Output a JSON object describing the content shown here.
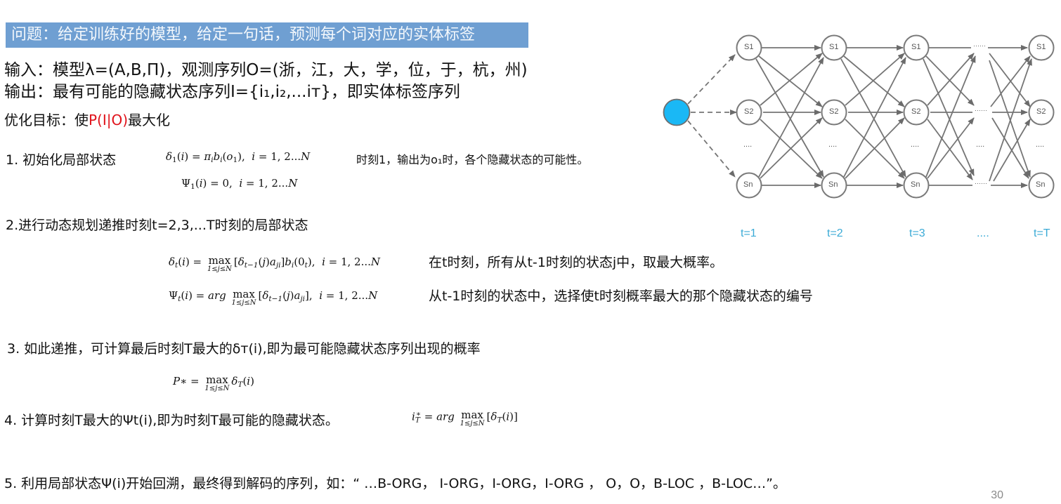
{
  "slide": {
    "title": "问题：给定训练好的模型，给定一句话，预测每个词对应的实体标签",
    "input_line": "输入：模型λ=(A,B,Π)，观测序列O=(浙，江，大，学，位，于，杭，州)",
    "output_line": "输出：最有可能的隐藏状态序列I={i₁,i₂,...iт}，即实体标签序列",
    "objective_prefix": "优化目标：使",
    "objective_highlight": "P(I|O)",
    "objective_suffix": "最大化",
    "page_number": "30",
    "colors": {
      "title_bg": "#6f9fd2",
      "highlight": "#e0121a",
      "diagram_start_node": "#1ab8f5",
      "time_label": "#3aaad6"
    }
  },
  "steps": [
    {
      "label": "1. 初始化局部状态",
      "formulas": [
        "δ₁(i) = πᵢbᵢ(o₁), i = 1, 2...N",
        "Ψ₁(i) = 0, i = 1, 2...N"
      ],
      "note": "时刻1，输出为o₁时，各个隐藏状态的可能性。"
    },
    {
      "label": "2.进行动态规划递推时刻t=2,3,...T时刻的局部状态",
      "formulas": [
        "δₜ(i) = max_{1≤j≤N} [δₜ₋₁(j)aⱼᵢ]bᵢ(0ₜ), i = 1, 2...N",
        "Ψₜ(i) = arg max_{1≤j≤N} [δₜ₋₁(j)aⱼᵢ], i = 1, 2...N"
      ],
      "notes": [
        "在t时刻，所有从t-1时刻的状态j中，取最大概率。",
        "从t-1时刻的状态中，选择使t时刻概率最大的那个隐藏状态的编号"
      ]
    },
    {
      "label": "3. 如此递推，可计算最后时刻T最大的δт(i),即为最可能隐藏状态序列出现的概率",
      "formulas": [
        "P* = max_{1≤j≤N} δ_T(i)"
      ]
    },
    {
      "label": "4. 计算时刻T最大的Ψt(i),即为时刻T最可能的隐藏状态。",
      "formulas": [
        "i*_T = arg max_{1≤j≤N} [δ_T(i)]"
      ]
    },
    {
      "label": "5. 利用局部状态Ψ(i)开始回溯，最终得到解码的序列，如：“ …B-ORG， I-ORG，I-ORG，I-ORG ， O，O，B-LOC ，B-LOC…”。"
    }
  ],
  "math": {
    "max": "max",
    "lim": "1≤j≤N",
    "arg": "arg",
    "range": ", i = 1, 2...N"
  },
  "diagram": {
    "node_labels": [
      "S1",
      "S2",
      "....",
      "Sn"
    ],
    "ellipsis": "....",
    "time_labels": [
      "t=1",
      "t=2",
      "t=3",
      "....",
      "t=T"
    ]
  }
}
